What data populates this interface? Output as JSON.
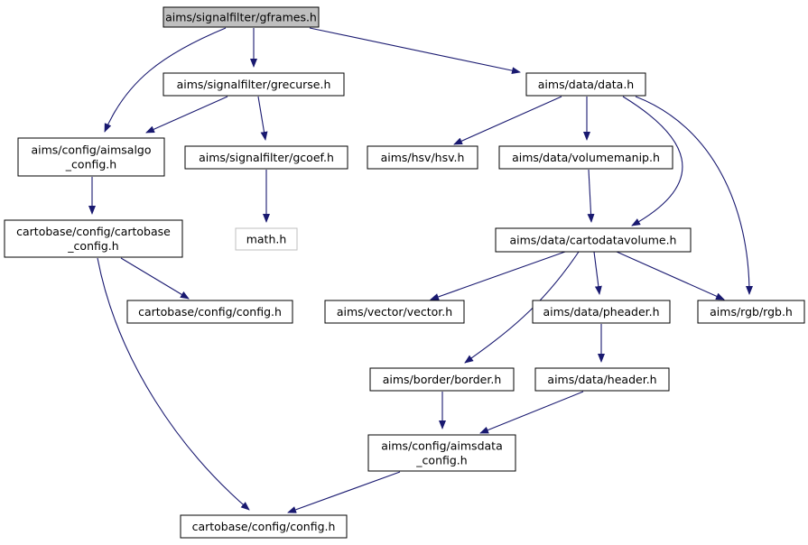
{
  "colors": {
    "edge": "#191970",
    "root_fill": "#bfbfbf",
    "node_fill": "#ffffff",
    "node_border": "#000000",
    "missing_border": "#bfbfbf"
  },
  "nodes": {
    "gframes": {
      "lines": [
        "aims/signalfilter/gframes.h"
      ],
      "kind": "root"
    },
    "grecurse": {
      "lines": [
        "aims/signalfilter/grecurse.h"
      ],
      "kind": "normal"
    },
    "data": {
      "lines": [
        "aims/data/data.h"
      ],
      "kind": "normal"
    },
    "aimsalgo_config": {
      "lines": [
        "aims/config/aimsalgo",
        "_config.h"
      ],
      "kind": "normal"
    },
    "gcoef": {
      "lines": [
        "aims/signalfilter/gcoef.h"
      ],
      "kind": "normal"
    },
    "hsv": {
      "lines": [
        "aims/hsv/hsv.h"
      ],
      "kind": "normal"
    },
    "volumemanip": {
      "lines": [
        "aims/data/volumemanip.h"
      ],
      "kind": "normal"
    },
    "cartobase_config": {
      "lines": [
        "cartobase/config/cartobase",
        "_config.h"
      ],
      "kind": "normal"
    },
    "math": {
      "lines": [
        "math.h"
      ],
      "kind": "missing"
    },
    "cartodatavolume": {
      "lines": [
        "aims/data/cartodatavolume.h"
      ],
      "kind": "normal"
    },
    "config_mid": {
      "lines": [
        "cartobase/config/config.h"
      ],
      "kind": "normal"
    },
    "vector": {
      "lines": [
        "aims/vector/vector.h"
      ],
      "kind": "normal"
    },
    "pheader": {
      "lines": [
        "aims/data/pheader.h"
      ],
      "kind": "normal"
    },
    "rgb": {
      "lines": [
        "aims/rgb/rgb.h"
      ],
      "kind": "normal"
    },
    "border": {
      "lines": [
        "aims/border/border.h"
      ],
      "kind": "normal"
    },
    "header": {
      "lines": [
        "aims/data/header.h"
      ],
      "kind": "normal"
    },
    "aimsdata_config": {
      "lines": [
        "aims/config/aimsdata",
        "_config.h"
      ],
      "kind": "normal"
    },
    "config_bottom": {
      "lines": [
        "cartobase/config/config.h"
      ],
      "kind": "normal"
    }
  },
  "edges": [
    {
      "from": "gframes",
      "to": "aimsalgo_config"
    },
    {
      "from": "gframes",
      "to": "grecurse"
    },
    {
      "from": "gframes",
      "to": "data"
    },
    {
      "from": "grecurse",
      "to": "aimsalgo_config"
    },
    {
      "from": "grecurse",
      "to": "gcoef"
    },
    {
      "from": "gcoef",
      "to": "math"
    },
    {
      "from": "data",
      "to": "hsv"
    },
    {
      "from": "data",
      "to": "volumemanip"
    },
    {
      "from": "data",
      "to": "cartodatavolume"
    },
    {
      "from": "data",
      "to": "rgb"
    },
    {
      "from": "aimsalgo_config",
      "to": "cartobase_config"
    },
    {
      "from": "cartobase_config",
      "to": "config_mid"
    },
    {
      "from": "cartobase_config",
      "to": "config_bottom"
    },
    {
      "from": "volumemanip",
      "to": "cartodatavolume"
    },
    {
      "from": "cartodatavolume",
      "to": "vector"
    },
    {
      "from": "cartodatavolume",
      "to": "border"
    },
    {
      "from": "cartodatavolume",
      "to": "pheader"
    },
    {
      "from": "cartodatavolume",
      "to": "rgb"
    },
    {
      "from": "pheader",
      "to": "header"
    },
    {
      "from": "border",
      "to": "aimsdata_config"
    },
    {
      "from": "header",
      "to": "aimsdata_config"
    },
    {
      "from": "aimsdata_config",
      "to": "config_bottom"
    }
  ]
}
